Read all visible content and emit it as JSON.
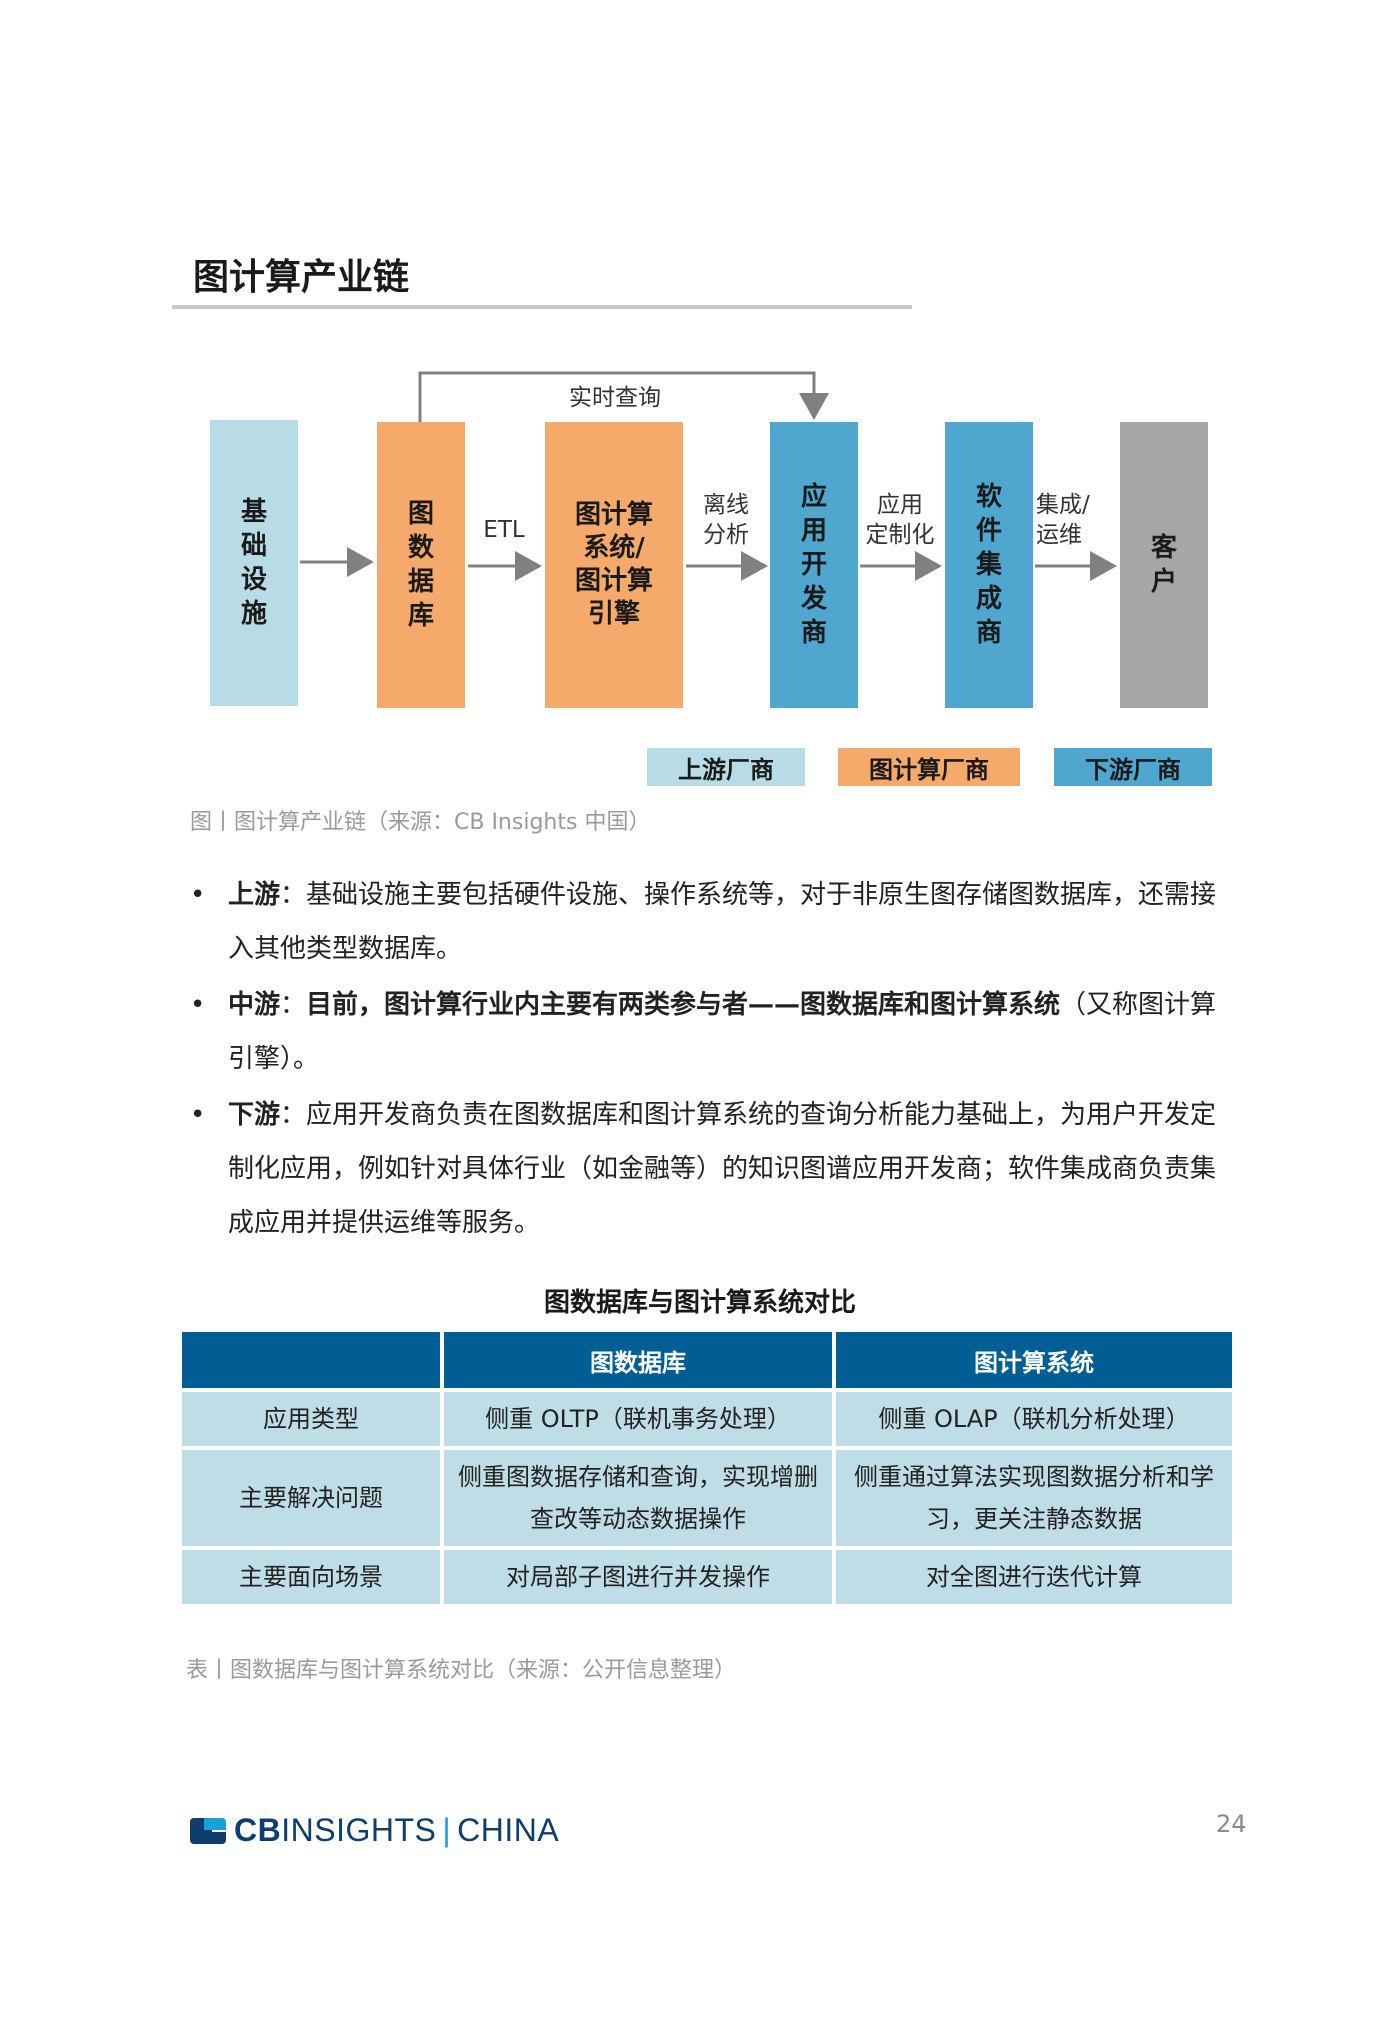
{
  "section": {
    "title": "图计算产业链"
  },
  "diagram": {
    "boxes": {
      "infra": "基础设施",
      "graph_db": "图数据库",
      "engine": "图计算系统/图计算引擎",
      "app_dev": "应用开发商",
      "integrator": "软件集成商",
      "customer": "客户"
    },
    "arrows": {
      "etl": "ETL",
      "realtime": "实时查询",
      "offline_line1": "离线",
      "offline_line2": "分析",
      "custom_line1": "应用",
      "custom_line2": "定制化",
      "ops_line1": "集成/",
      "ops_line2": "运维"
    },
    "legend": {
      "up": "上游厂商",
      "mid": "图计算厂商",
      "down": "下游厂商"
    },
    "caption": "图丨图计算产业链（来源：CB Insights 中国）"
  },
  "bullets": [
    {
      "label": "上游",
      "colon": "：",
      "text": "基础设施主要包括硬件设施、操作系统等，对于非原生图存储图数据库，还需接入其他类型数据库。"
    },
    {
      "label": "中游",
      "colon": "：",
      "bold_text": "目前，图计算行业内主要有两类参与者——图数据库和图计算系统",
      "text": "（又称图计算引擎）。"
    },
    {
      "label": "下游",
      "colon": "：",
      "text": "应用开发商负责在图数据库和图计算系统的查询分析能力基础上，为用户开发定制化应用，例如针对具体行业（如金融等）的知识图谱应用开发商；软件集成商负责集成应用并提供运维等服务。"
    }
  ],
  "table": {
    "title": "图数据库与图计算系统对比",
    "headers": [
      "",
      "图数据库",
      "图计算系统"
    ],
    "rows": [
      [
        "应用类型",
        "侧重 OLTP（联机事务处理）",
        "侧重 OLAP（联机分析处理）"
      ],
      [
        "主要解决问题",
        "侧重图数据存储和查询，实现增删查改等动态数据操作",
        "侧重通过算法实现图数据分析和学习，更关注静态数据"
      ],
      [
        "主要面向场景",
        "对局部子图进行并发操作",
        "对全图进行迭代计算"
      ]
    ],
    "caption": "表丨图数据库与图计算系统对比（来源：公开信息整理）"
  },
  "footer": {
    "logo_cb": "CB",
    "logo_insights": "INSIGHTS",
    "logo_sep": "|",
    "logo_china": "CHINA",
    "page": "24"
  },
  "colors": {
    "upstream": "#b8dce6",
    "midstream": "#f5a96a",
    "downstream": "#4fa6cf",
    "customer": "#a6a6a6",
    "table_header": "#005e94",
    "table_cell": "#bfdde6"
  }
}
